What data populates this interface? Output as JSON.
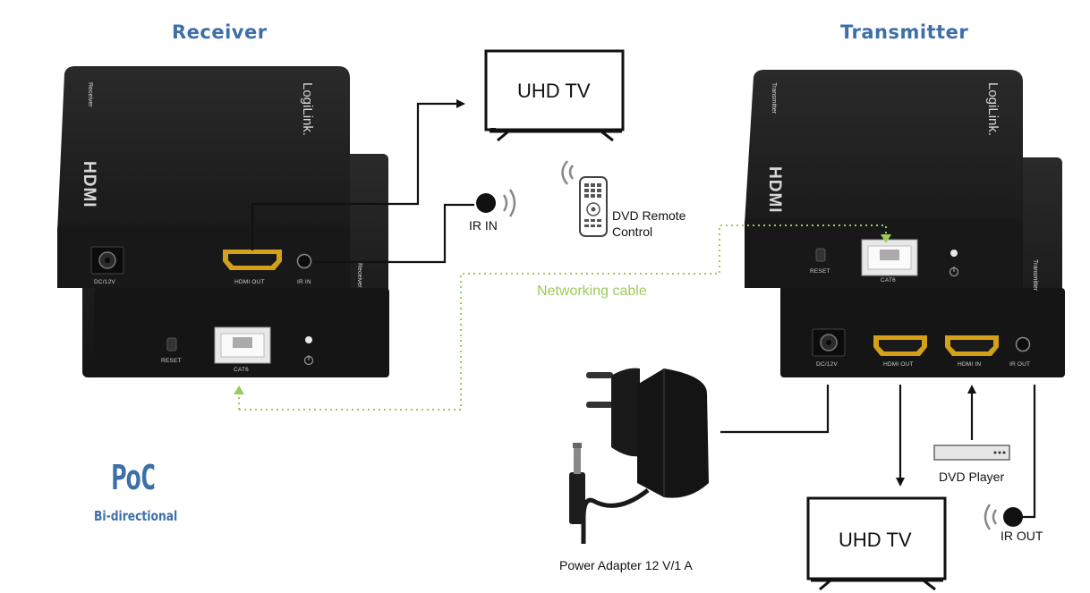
{
  "headings": {
    "receiver": "Receiver",
    "transmitter": "Transmitter"
  },
  "tv_top": "UHD TV",
  "tv_bottom": "UHD TV",
  "ir_in": "IR IN",
  "ir_out": "IR OUT",
  "remote": {
    "line1": "DVD Remote",
    "line2": "Control"
  },
  "networking_cable": "Networking cable",
  "dvd_player": "DVD Player",
  "power_adapter": "Power Adapter 12 V/1 A",
  "poc": {
    "title": "PoC",
    "subtitle": "Bi-directional"
  },
  "device": {
    "brand": "LogiLink.",
    "hdmi_logo": "HDMI",
    "receiver_side": "Receiver",
    "transmitter_side": "Transmitter",
    "ports": {
      "dc": "DC/12V",
      "hdmi_out": "HDMI OUT",
      "hdmi_in": "HDMI IN",
      "ir_in": "IR IN",
      "ir_out": "IR OUT",
      "reset": "RESET",
      "cat6": "CAT6"
    }
  },
  "colors": {
    "heading": "#3d6fa8",
    "cable": "#9bcb5a",
    "device": "#1c1c1c",
    "hdmi_gold": "#d4a017"
  }
}
